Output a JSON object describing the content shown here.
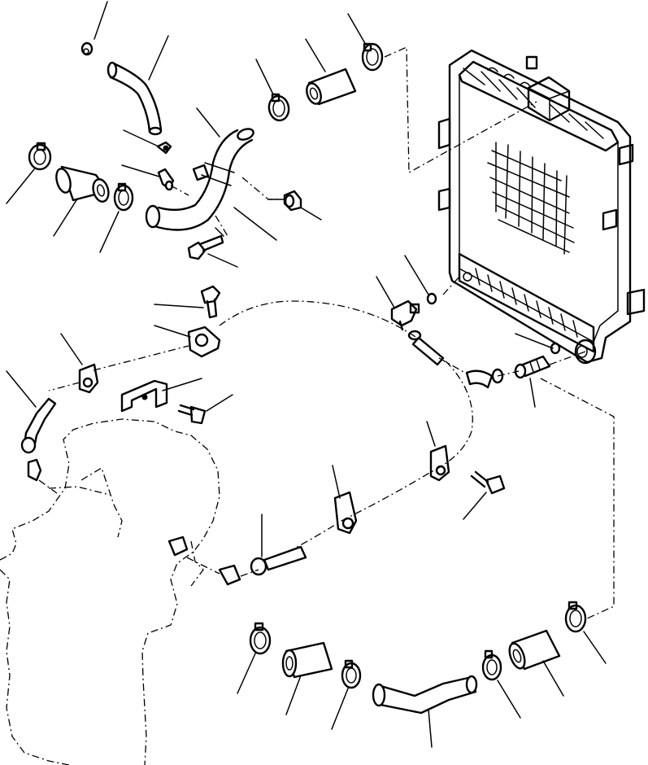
{
  "diagram": {
    "components": [
      {
        "id": "radiator",
        "icon": "radiator-icon"
      },
      {
        "id": "engine-block",
        "icon": "engine-outline-icon"
      },
      {
        "id": "upper-hose-small-bend",
        "icon": "hose-bent-icon"
      },
      {
        "id": "upper-hose-straight-short",
        "icon": "hose-straight-icon"
      },
      {
        "id": "upper-elbow-hose",
        "icon": "hose-elbow-icon"
      },
      {
        "id": "left-hose-straight",
        "icon": "hose-straight-icon"
      },
      {
        "id": "lower-hose-left",
        "icon": "hose-straight-icon"
      },
      {
        "id": "lower-hose-bend",
        "icon": "hose-bent-icon"
      },
      {
        "id": "lower-hose-right",
        "icon": "hose-straight-icon"
      },
      {
        "id": "hose-clamps",
        "icon": "hose-clamp-icon"
      },
      {
        "id": "drain-cock",
        "icon": "drain-cock-icon"
      },
      {
        "id": "drain-tube",
        "icon": "drain-tube-icon"
      },
      {
        "id": "tube-clips",
        "icon": "clip-icon"
      },
      {
        "id": "bracket",
        "icon": "bracket-icon"
      },
      {
        "id": "bolts",
        "icon": "bolt-icon"
      },
      {
        "id": "o-rings",
        "icon": "o-ring-icon"
      },
      {
        "id": "connector",
        "icon": "connector-icon"
      },
      {
        "id": "elbow-fitting",
        "icon": "elbow-fitting-icon"
      }
    ],
    "callout_count": 37
  }
}
